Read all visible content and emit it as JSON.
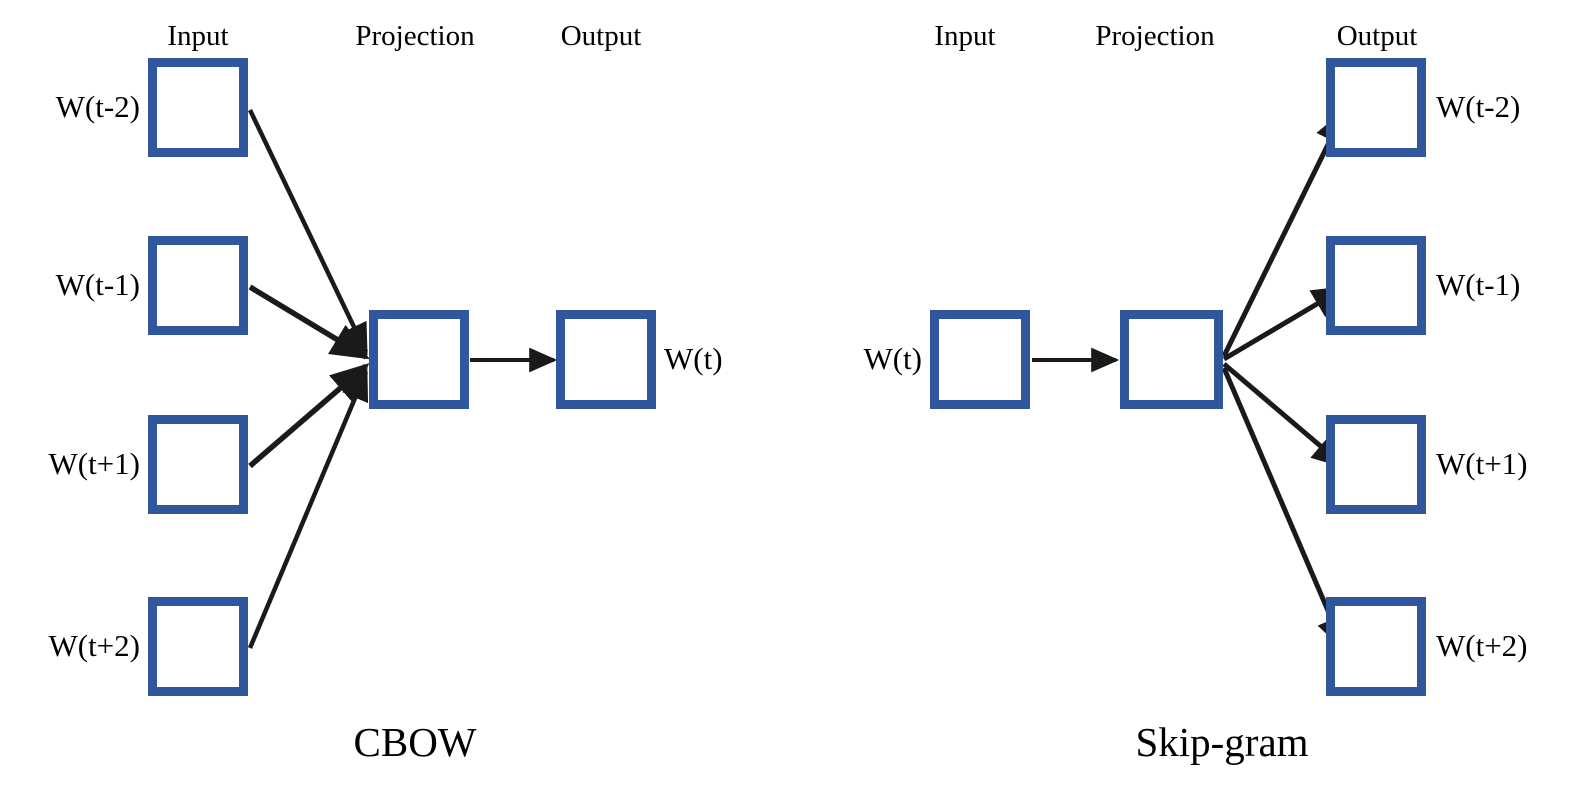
{
  "figure": {
    "background_color": "#ffffff",
    "box_border_color": "#30579e",
    "arrow_color": "#1a1a1a",
    "text_color": "#000000"
  },
  "cbow": {
    "title": "CBOW",
    "headers": {
      "input": "Input",
      "projection": "Projection",
      "output": "Output"
    },
    "input_labels": [
      "W(t-2)",
      "W(t-1)",
      "W(t+1)",
      "W(t+2)"
    ],
    "output_label": "W(t)"
  },
  "skipgram": {
    "title": "Skip-gram",
    "headers": {
      "input": "Input",
      "projection": "Projection",
      "output": "Output"
    },
    "input_label": "W(t)",
    "output_labels": [
      "W(t-2)",
      "W(t-1)",
      "W(t+1)",
      "W(t+2)"
    ]
  }
}
